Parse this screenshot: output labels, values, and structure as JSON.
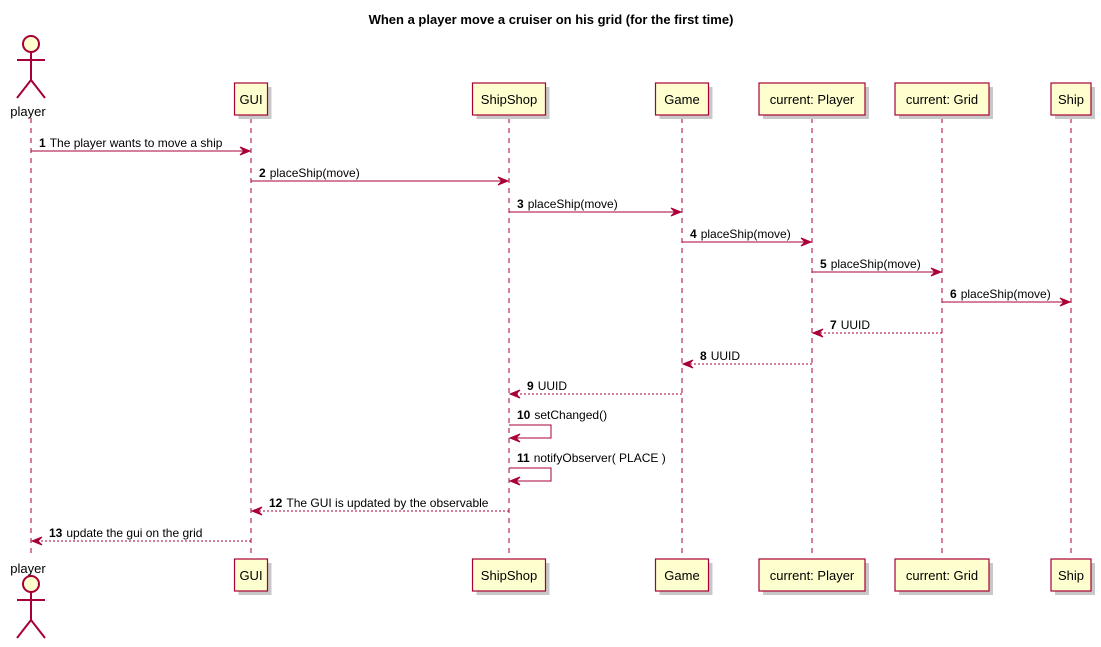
{
  "title": "When a player move a cruiser on his grid (for the first time)",
  "colors": {
    "line": "#A80036",
    "box_fill": "#FEFECE"
  },
  "participants": [
    {
      "id": "player",
      "label": "player",
      "kind": "actor"
    },
    {
      "id": "gui",
      "label": "GUI",
      "kind": "box"
    },
    {
      "id": "shipshop",
      "label": "ShipShop",
      "kind": "box"
    },
    {
      "id": "game",
      "label": "Game",
      "kind": "box"
    },
    {
      "id": "player_obj",
      "label": "current: Player",
      "kind": "box"
    },
    {
      "id": "grid",
      "label": "current: Grid",
      "kind": "box"
    },
    {
      "id": "ship",
      "label": "Ship",
      "kind": "box"
    }
  ],
  "messages": [
    {
      "num": "1",
      "text": "The player wants to move a ship",
      "from": "player",
      "to": "gui",
      "type": "call"
    },
    {
      "num": "2",
      "text": "placeShip(move)",
      "from": "gui",
      "to": "shipshop",
      "type": "call"
    },
    {
      "num": "3",
      "text": "placeShip(move)",
      "from": "shipshop",
      "to": "game",
      "type": "call"
    },
    {
      "num": "4",
      "text": "placeShip(move)",
      "from": "game",
      "to": "player_obj",
      "type": "call"
    },
    {
      "num": "5",
      "text": "placeShip(move)",
      "from": "player_obj",
      "to": "grid",
      "type": "call"
    },
    {
      "num": "6",
      "text": "placeShip(move)",
      "from": "grid",
      "to": "ship",
      "type": "call"
    },
    {
      "num": "7",
      "text": "UUID",
      "from": "grid",
      "to": "player_obj",
      "type": "return"
    },
    {
      "num": "8",
      "text": "UUID",
      "from": "player_obj",
      "to": "game",
      "type": "return"
    },
    {
      "num": "9",
      "text": "UUID",
      "from": "game",
      "to": "shipshop",
      "type": "return"
    },
    {
      "num": "10",
      "text": "setChanged()",
      "from": "shipshop",
      "to": "shipshop",
      "type": "self"
    },
    {
      "num": "11",
      "text": "notifyObserver( PLACE )",
      "from": "shipshop",
      "to": "shipshop",
      "type": "self"
    },
    {
      "num": "12",
      "text": "The GUI is updated by the observable",
      "from": "shipshop",
      "to": "gui",
      "type": "return"
    },
    {
      "num": "13",
      "text": "update the gui on the grid",
      "from": "gui",
      "to": "player",
      "type": "return"
    }
  ]
}
